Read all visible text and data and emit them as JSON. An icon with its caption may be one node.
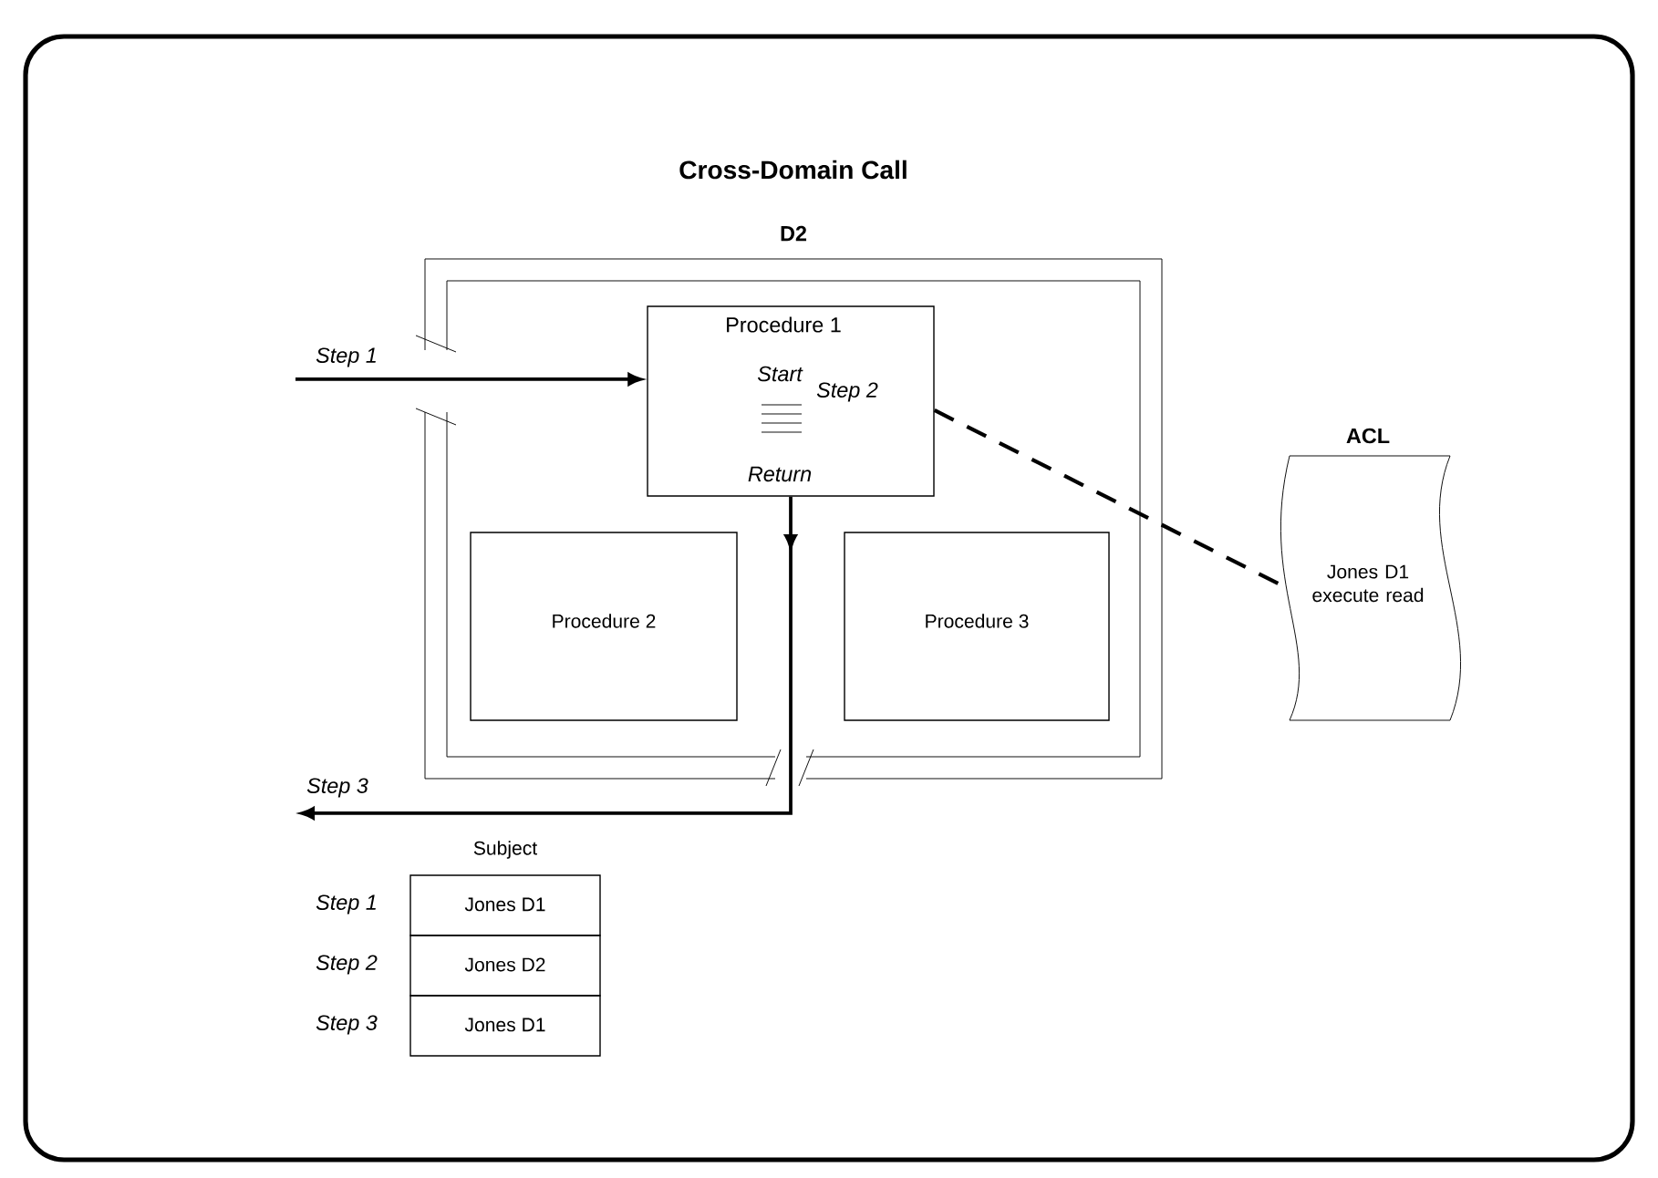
{
  "diagram": {
    "title": "Cross-Domain Call",
    "nodes": [
      {
        "text": [
          "D2"
        ]
      },
      {
        "text": [
          "Procedure 1",
          "Start",
          "Step 2",
          "Return"
        ],
        "in": 0
      },
      {
        "text": [
          "Procedure 2"
        ],
        "in": 0
      },
      {
        "text": [
          "Procedure 3"
        ],
        "in": 0
      },
      {
        "text": [
          "ACL",
          "Jones D1 execute read"
        ]
      }
    ],
    "edges": [
      {
        "from": null,
        "to": 1,
        "arrow": "to",
        "label": "Step 1"
      },
      {
        "from": 1,
        "to": 4,
        "arrow": "none",
        "style": "dashed"
      },
      {
        "from": 1,
        "to": null,
        "arrow": "to",
        "label": "Step 3"
      }
    ],
    "labels": [
      "Subject",
      "Step 1",
      "Jones D1",
      "Step 2",
      "Jones D2",
      "Step 3",
      "Jones D1"
    ]
  }
}
